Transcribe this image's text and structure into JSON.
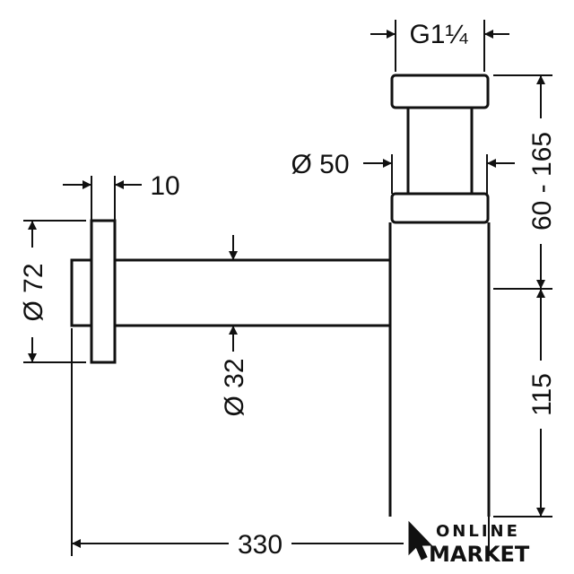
{
  "dimensions": {
    "thread": "G1¼",
    "pipe_outer": "Ø 50",
    "height_range": "60 - 165",
    "flange_thickness": "10",
    "flange_diameter": "Ø 72",
    "wall_pipe": "Ø 32",
    "lower_height": "115",
    "projection": "330"
  },
  "logo": {
    "line1": "ONLINE",
    "line2": "MARKET"
  },
  "colors": {
    "ink": "#111111",
    "background": "#ffffff"
  }
}
